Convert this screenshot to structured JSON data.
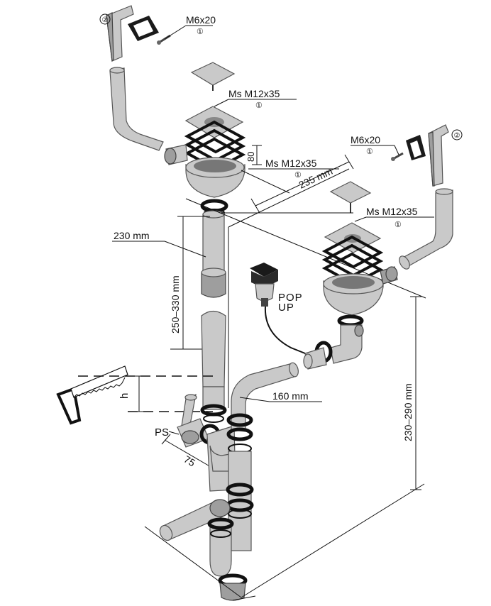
{
  "labels": {
    "screw_left": "M6x20",
    "screw_left_ref": "①",
    "screw_right": "M6x20",
    "screw_right_ref": "①",
    "bracket_left_ref": "②",
    "bracket_right_ref": "②",
    "bolt_left_top": "Ms  M12x35",
    "bolt_left_top_ref": "①",
    "bolt_left_mid": "Ms  M12x35",
    "bolt_left_mid_ref": "①",
    "bolt_right": "Ms  M12x35",
    "bolt_right_ref": "①",
    "dim_80": "80",
    "dim_235": "235 mm",
    "dim_230": "230  mm",
    "dim_250_330": "250–330  mm",
    "dim_160": "160  mm",
    "dim_230_290": "230–290  mm",
    "dim_h": "h",
    "dim_75": "75",
    "ps": "PS",
    "pop": "POP",
    "up": "UP"
  }
}
